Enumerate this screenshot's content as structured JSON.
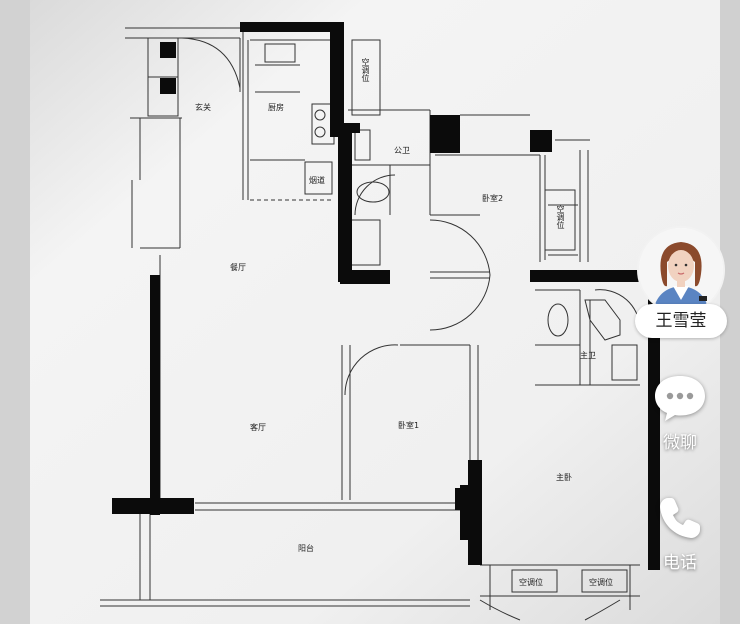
{
  "floorplan": {
    "rooms": {
      "entrance": "玄关",
      "kitchen": "厨房",
      "dining": "餐厅",
      "living": "客厅",
      "balcony": "阳台",
      "bedroom1": "卧室1",
      "bedroom2": "卧室2",
      "master_bedroom": "主卧",
      "public_bath": "公卫",
      "master_bath": "主卫"
    },
    "fixtures": {
      "range_hood": "烟道",
      "ac_pos_right": "空调位",
      "ac_pos_bottom_left": "空调位",
      "ac_pos_bottom_right": "空调位",
      "ac_pos_top": "空调位"
    }
  },
  "agent": {
    "name": "王雪莹"
  },
  "actions": {
    "chat_label": "微聊",
    "phone_label": "电话"
  }
}
